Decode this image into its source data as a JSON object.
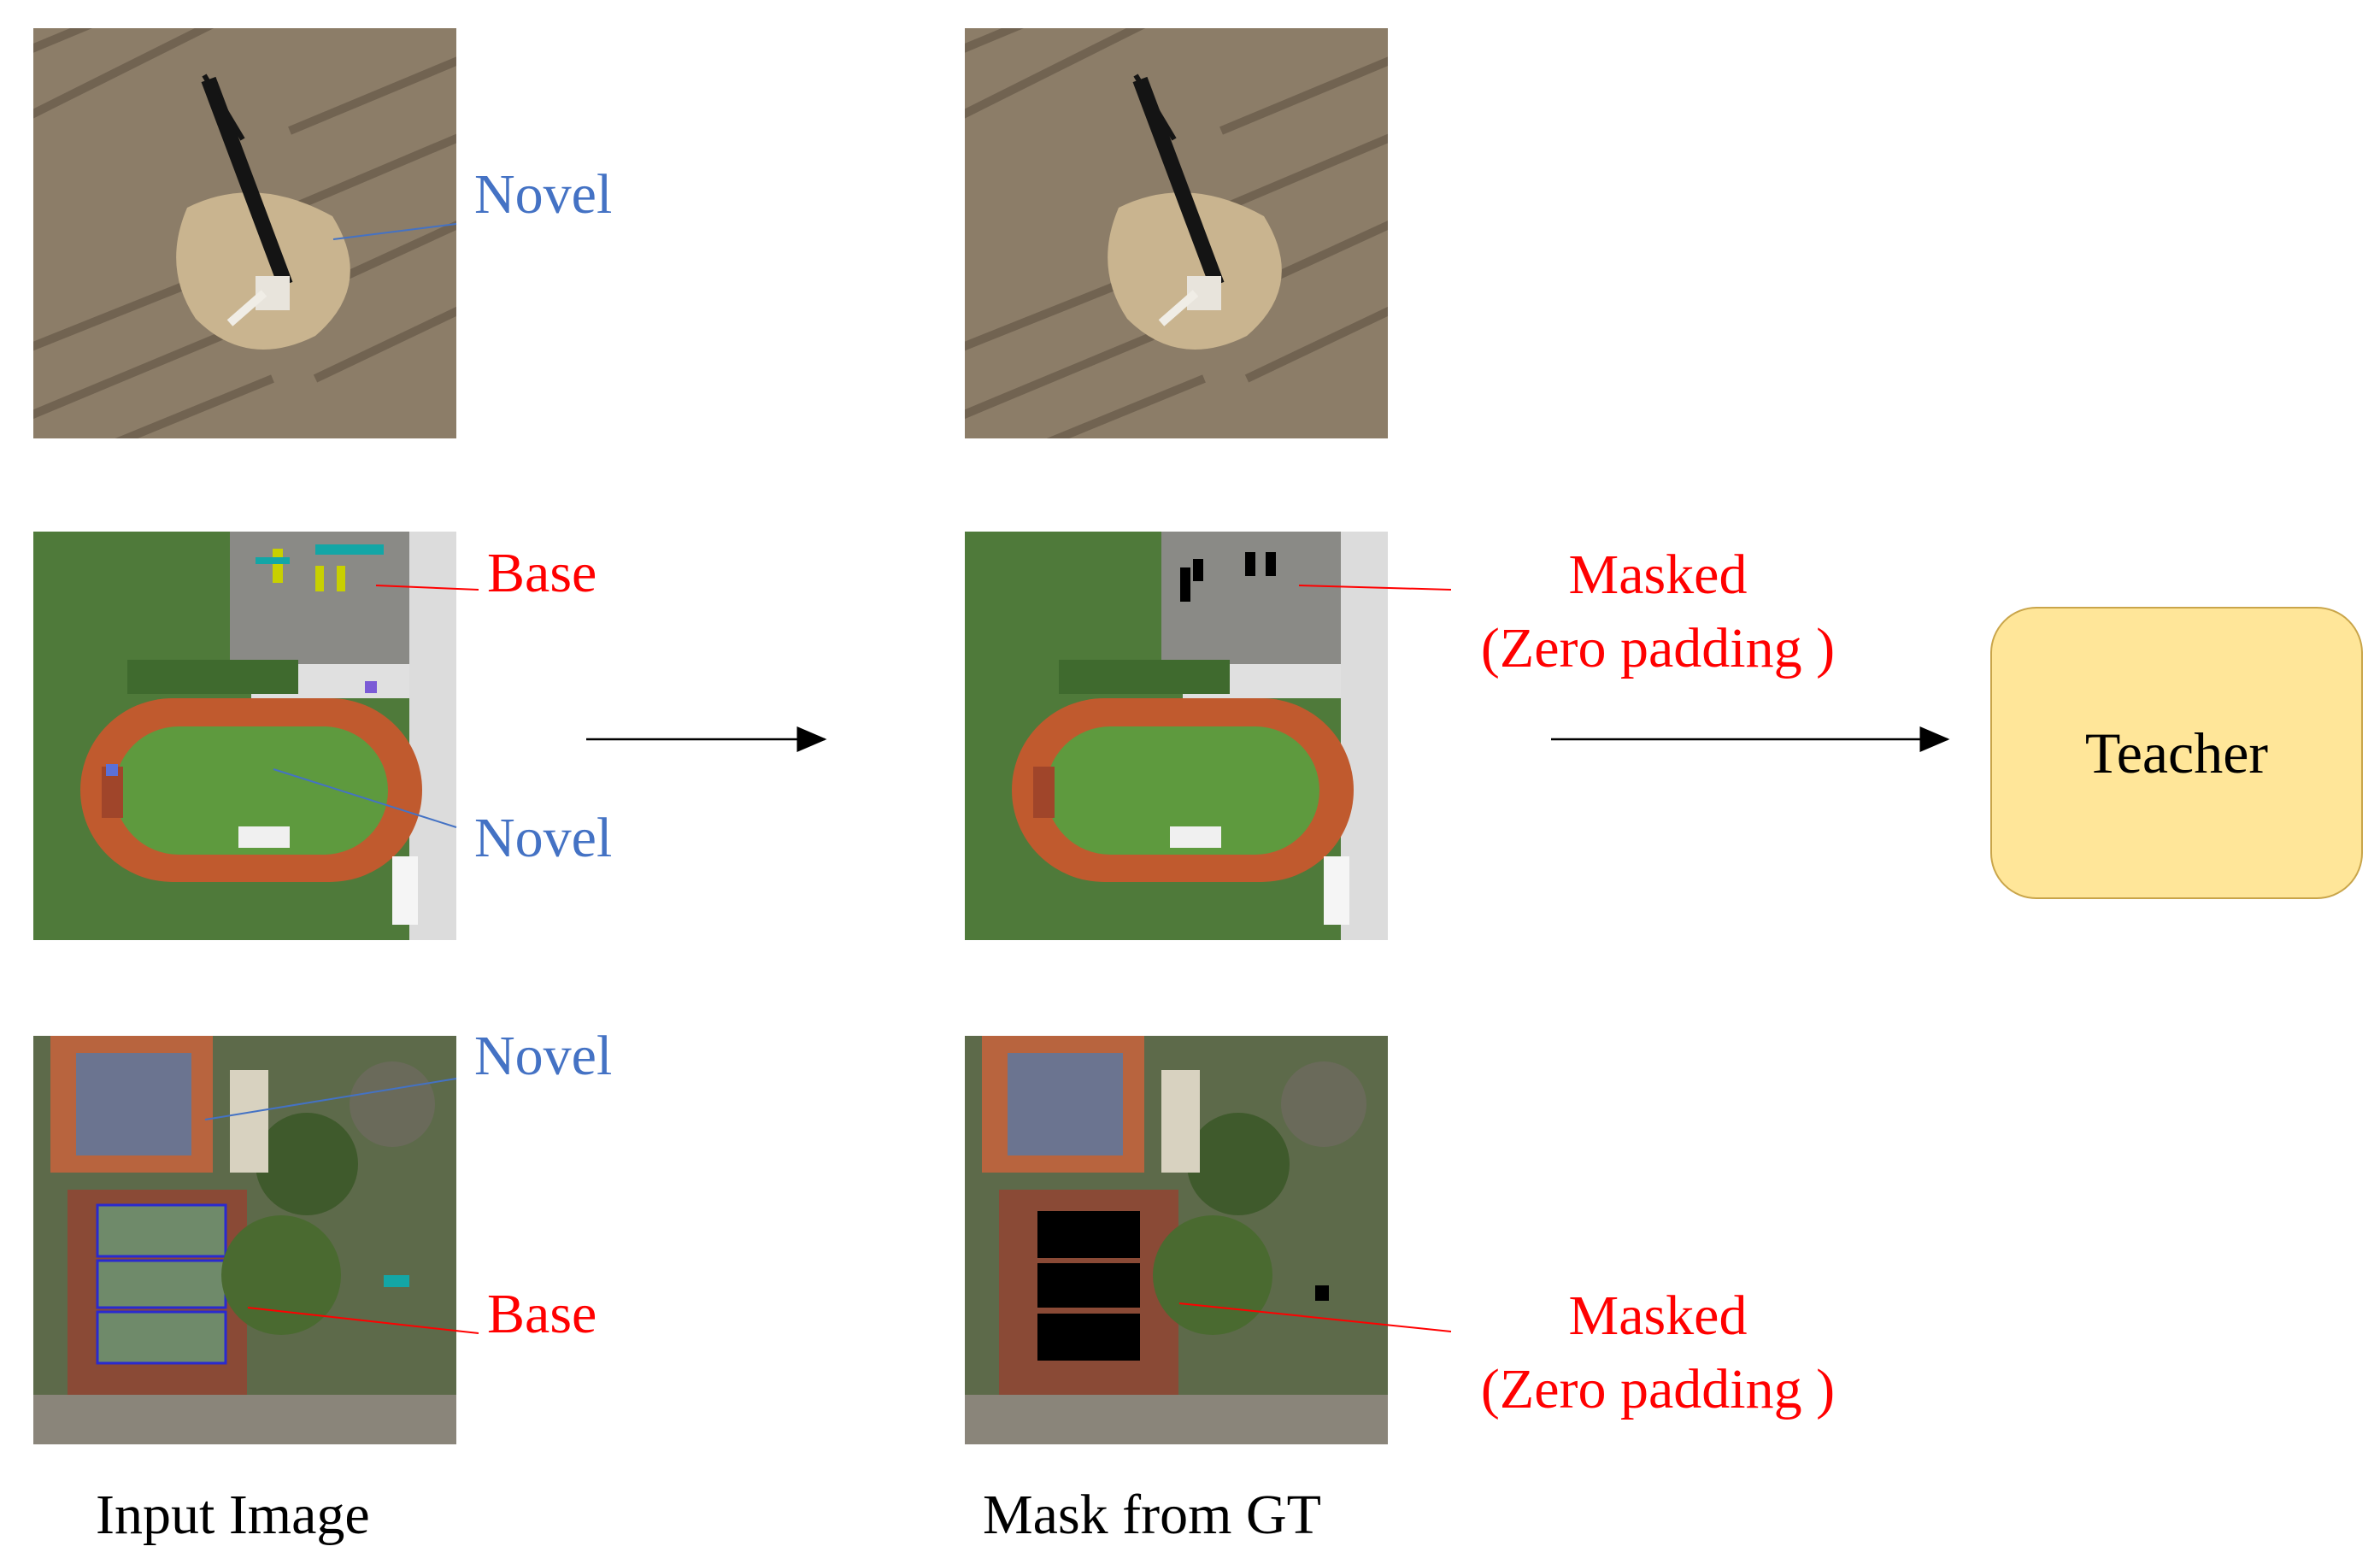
{
  "colors": {
    "novel": "#4472c4",
    "base": "#ff0000",
    "teacher_fill": "#ffe699",
    "teacher_border": "#c9a54a",
    "mask": "#000000"
  },
  "labels": {
    "novel": "Novel",
    "base": "Base",
    "masked_line1": "Masked",
    "masked_line2": "(Zero padding )",
    "teacher": "Teacher"
  },
  "captions": {
    "input": "Input Image",
    "mask": "Mask from GT"
  },
  "rows": [
    {
      "scene": "wind turbine on arid terrain",
      "annotations": [
        "Novel"
      ],
      "masked": false
    },
    {
      "scene": "running track with field",
      "annotations": [
        "Base",
        "Novel"
      ],
      "masked": true
    },
    {
      "scene": "basketball and tennis courts",
      "annotations": [
        "Novel",
        "Base"
      ],
      "masked": true
    }
  ]
}
